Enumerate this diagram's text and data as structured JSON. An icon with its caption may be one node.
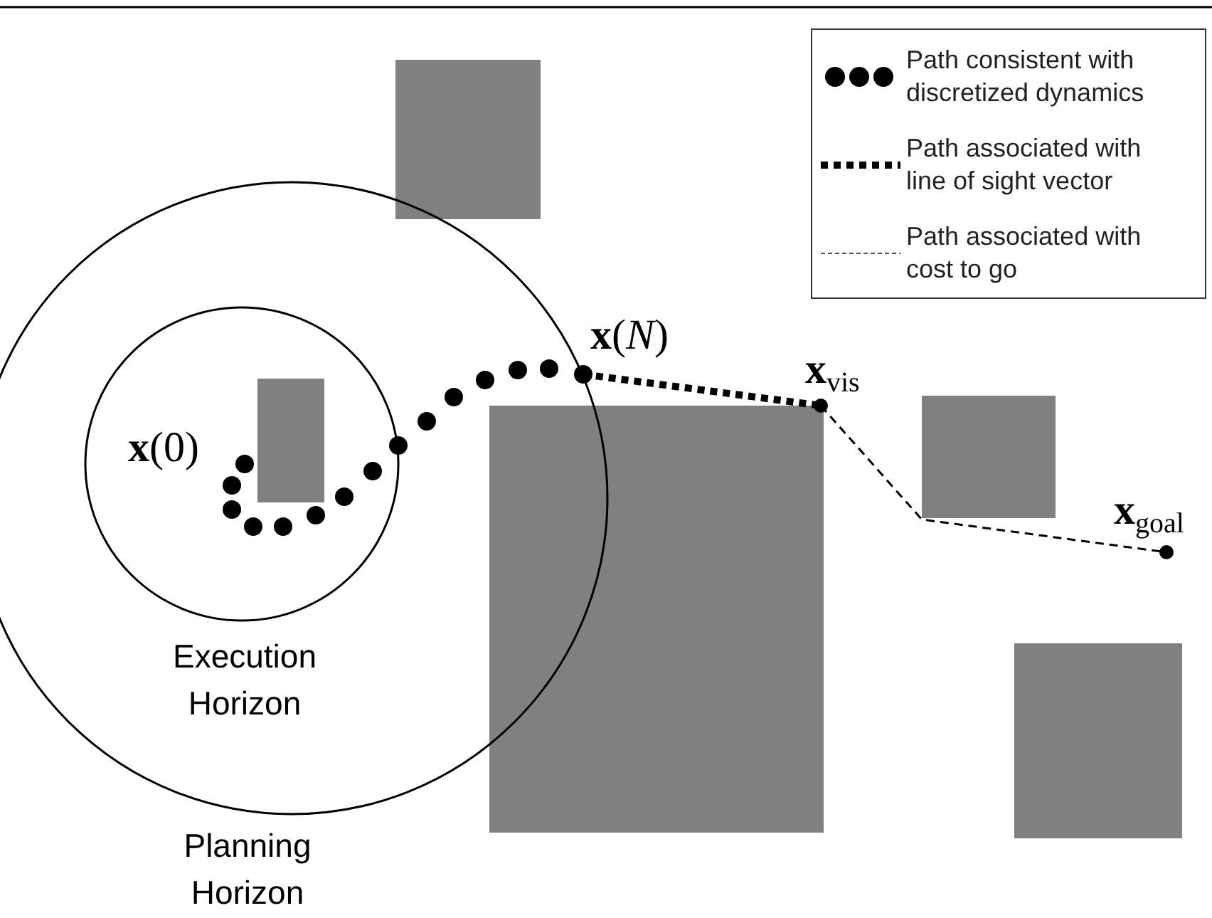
{
  "diagram": {
    "labels": [
      "**x**(0)",
      "**x**(*N*)",
      "**x**$_{vis}$",
      "**x**$_{goal}$",
      "Execution Horizon",
      "Planning Horizon"
    ],
    "legend": [
      {
        "text": "Path consistent with discretized dynamics"
      },
      {
        "text": "Path associated with line of sight vector"
      },
      {
        "text": "Path associated with cost to go"
      }
    ]
  }
}
